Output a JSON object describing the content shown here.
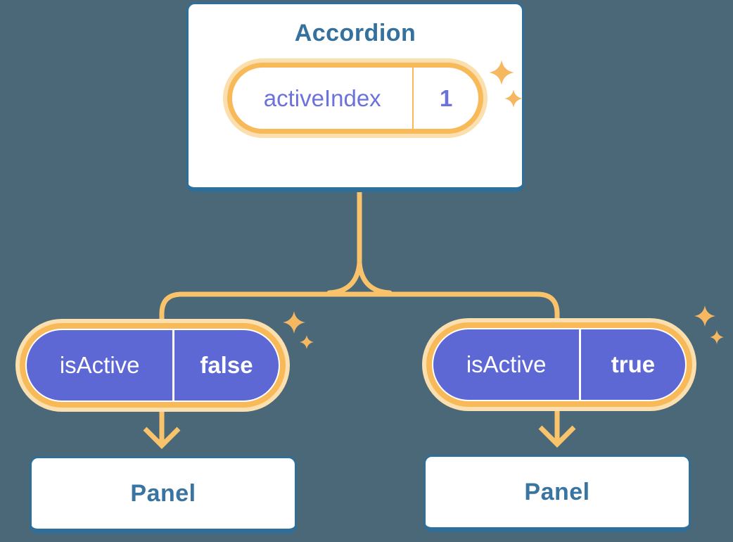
{
  "diagram_title_hint": "component state sharing diagram",
  "accordion_card": {
    "title": "Accordion",
    "state_pill": {
      "name": "activeIndex",
      "value": "1"
    }
  },
  "panels": [
    {
      "prop_pill": {
        "name": "isActive",
        "value": "false"
      },
      "card_label": "Panel"
    },
    {
      "prop_pill": {
        "name": "isActive",
        "value": "true"
      },
      "card_label": "Panel"
    }
  ],
  "icons": {
    "sparkle": "four-point-sparkle-star",
    "arrow": "chevron-down-arrow"
  },
  "colors": {
    "background": "#4A6877",
    "card_fill": "#FFFFFF",
    "card_border": "#2F6E99",
    "card_title_text": "#35719E",
    "panel_text": "#3A74A0",
    "connector_line": "#F9C36B",
    "pill_ring_orange": "#F8BA59",
    "pill_ring_glow": "#FBDFAE",
    "pill_purple_fill": "#5D68D4",
    "state_pill_text": "#6B72DC",
    "prop_pill_text": "#FFFFFF",
    "sparkle": "#F6B761"
  }
}
